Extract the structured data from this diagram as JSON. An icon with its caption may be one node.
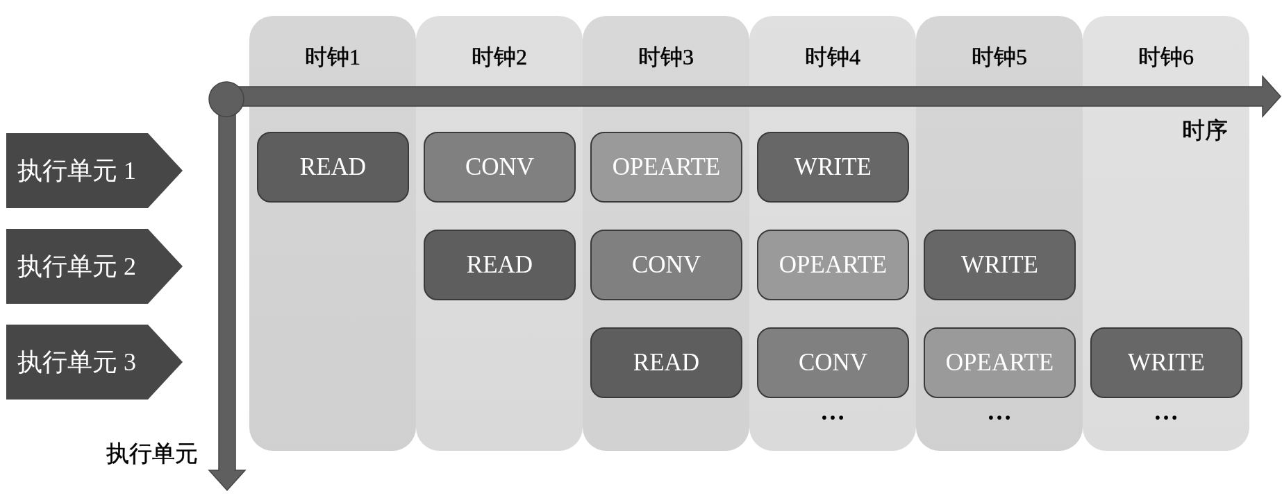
{
  "diagram": {
    "nodes": [
      {
        "text": [
          "时钟1"
        ]
      },
      {
        "text": [
          "时钟2"
        ]
      },
      {
        "text": [
          "时钟3"
        ]
      },
      {
        "text": [
          "时钟4",
          "…"
        ]
      },
      {
        "text": [
          "时钟5",
          "…"
        ]
      },
      {
        "text": [
          "时钟6",
          "…"
        ]
      },
      {
        "text": [
          "执行单元 1"
        ]
      },
      {
        "text": [
          "执行单元 2"
        ]
      },
      {
        "text": [
          "执行单元 3"
        ]
      },
      {
        "text": [
          "READ"
        ],
        "in": 0
      },
      {
        "text": [
          "CONV"
        ],
        "in": 1
      },
      {
        "text": [
          "OPEARTE"
        ],
        "in": 2
      },
      {
        "text": [
          "WRITE"
        ],
        "in": 3
      },
      {
        "text": [
          "READ"
        ],
        "in": 1
      },
      {
        "text": [
          "CONV"
        ],
        "in": 2
      },
      {
        "text": [
          "OPEARTE"
        ],
        "in": 3
      },
      {
        "text": [
          "WRITE"
        ],
        "in": 4
      },
      {
        "text": [
          "READ"
        ],
        "in": 2
      },
      {
        "text": [
          "CONV"
        ],
        "in": 3
      },
      {
        "text": [
          "OPEARTE"
        ],
        "in": 4
      },
      {
        "text": [
          "WRITE"
        ],
        "in": 5
      }
    ],
    "labels": [
      "时序",
      "执行单元"
    ]
  }
}
